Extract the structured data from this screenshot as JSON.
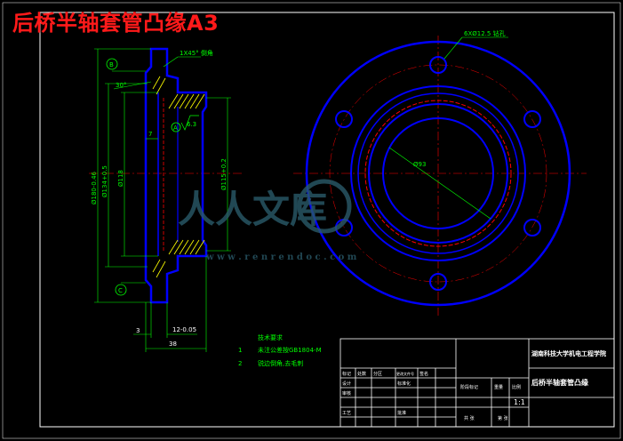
{
  "title": "后桥半轴套管凸缘A3",
  "watermark": {
    "logo_text": "人人文库",
    "url": "w w w . r e n r e n d o c . c o m"
  },
  "side_view": {
    "datum_b": "B",
    "datum_c": "C",
    "chamfer": "1X45° 倒角",
    "angle": "30°",
    "datum_a": "A",
    "roughness": "6.3",
    "dims_left": [
      "Ø180-0.46",
      "Ø134+0.5",
      "Ø118"
    ],
    "dim_right": "Ø115+0.2",
    "dim_3": "3",
    "dim_12": "12-0.05",
    "dim_38": "38",
    "dim_7": "7"
  },
  "front_view": {
    "holes_note": "6XØ12.5 钻孔",
    "diameter_label": "Ø93"
  },
  "tech_notes": {
    "heading": "技术要求",
    "items": [
      {
        "num": "1",
        "text": "未注公差按GB1804-M"
      },
      {
        "num": "2",
        "text": "锐边倒角,去毛刺"
      }
    ]
  },
  "title_block": {
    "school": "湖南科技大学机电工程学院",
    "part_name": "后桥半轴套管凸缘",
    "scale": "1:1",
    "labels": [
      "标记",
      "处数",
      "分区",
      "更改文件号",
      "签名",
      "设计",
      "标准化",
      "审核",
      "工艺",
      "批准"
    ],
    "stage_label": "阶段标记",
    "weight_label": "重量",
    "scale_label": "比例",
    "sheet_total": "共 张",
    "sheet_num": "第 张"
  },
  "colors": {
    "background": "#000000",
    "outline": "#0000ff",
    "dimension": "#00ff00",
    "center_line": "#ff0000",
    "hatch": "#ffff00",
    "frame": "#ffffff",
    "title": "#ff1a1a"
  }
}
